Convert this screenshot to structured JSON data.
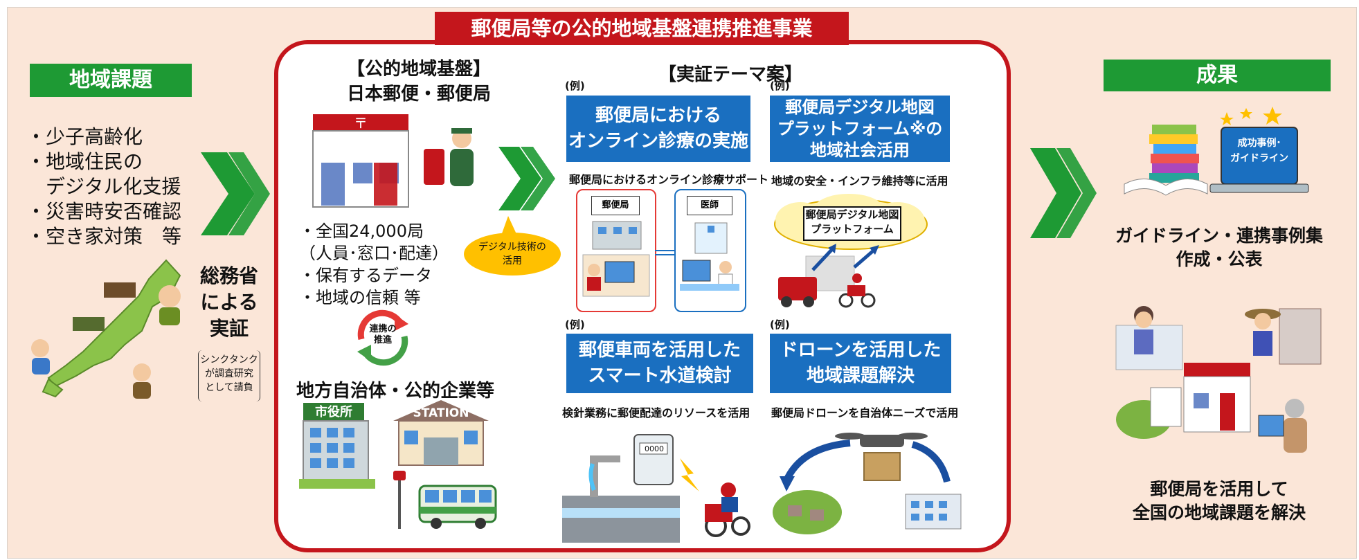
{
  "program_title": "郵便局等の公的地域基盤連携推進事業",
  "left": {
    "tag": "地域課題",
    "issues": [
      "・少子高齢化",
      "・地域住民の",
      "　デジタル化支援",
      "・災害時安否確認",
      "・空き家対策　等"
    ],
    "ministry_lines": [
      "総務省",
      "による",
      "実証"
    ],
    "thinktank_lines": [
      "シンクタンク",
      "が調査研究",
      "として請負"
    ]
  },
  "infra": {
    "heading": "【公的地域基盤】",
    "sub": "日本郵便・郵便局",
    "bullets": [
      "・全国24,000局",
      "（人員･窓口･配達）",
      "・保有するデータ",
      "・地域の信頼 等"
    ],
    "cycle_lines": [
      "連携の",
      "推進"
    ],
    "local_heading": "地方自治体・公的企業等",
    "cityhall_sign": "市役所",
    "station_sign": "STATION"
  },
  "tech_bubble_lines": [
    "デジタル技術の",
    "活用"
  ],
  "themes": {
    "heading": "【実証テーマ案】",
    "example_label": "(例)",
    "items": [
      {
        "lines": [
          "郵便局における",
          "オンライン診療の実施"
        ],
        "caption": "郵便局におけるオンライン診療サポート"
      },
      {
        "lines": [
          "郵便局デジタル地図",
          "プラットフォーム※の",
          "地域社会活用"
        ],
        "caption": "地域の安全・インフラ維持等に活用"
      },
      {
        "lines": [
          "郵便車両を活用した",
          "スマート水道検討"
        ],
        "caption": "検針業務に郵便配達のリソースを活用"
      },
      {
        "lines": [
          "ドローンを活用した",
          "地域課題解決"
        ],
        "caption": "郵便局ドローンを自治体ニーズで活用"
      }
    ],
    "clinic_labels": [
      "郵便局",
      "医師"
    ],
    "cloud_lines": [
      "郵便局デジタル地図",
      "プラットフォーム"
    ],
    "meter_reading": "0000"
  },
  "results": {
    "tag": "成果",
    "laptop_lines": [
      "成功事例･",
      "ガイドライン"
    ],
    "line1": [
      "ガイドライン・連携事例集",
      "作成・公表"
    ],
    "line2": [
      "郵便局を活用して",
      "全国の地域課題を解決"
    ]
  },
  "colors": {
    "panel_bg": "#fbe6d8",
    "green": "#1e9a34",
    "blue": "#1a6fc0",
    "red": "#c4161c",
    "yellow": "#ffc000"
  }
}
